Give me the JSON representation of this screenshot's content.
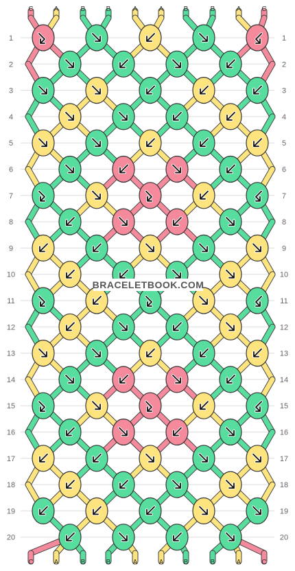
{
  "watermark": "BRACELETBOOK.COM",
  "colors": {
    "A": "#FDE47F",
    "B": "#57DE9E",
    "C": "#F48A9B"
  },
  "top_strands": [
    "C",
    "A",
    "B",
    "B",
    "A",
    "A",
    "B",
    "B",
    "A",
    "C"
  ],
  "bottom_strands": [
    "C",
    "A",
    "B",
    "B",
    "A",
    "A",
    "B",
    "B",
    "A",
    "C"
  ],
  "row_labels": [
    "1",
    "2",
    "3",
    "4",
    "5",
    "6",
    "7",
    "8",
    "9",
    "10",
    "11",
    "12",
    "13",
    "14",
    "15",
    "16",
    "17",
    "18",
    "19",
    "20"
  ],
  "knots": [
    [
      {
        "c": "C",
        "d": "fb"
      },
      {
        "c": "B",
        "d": "b"
      },
      {
        "c": "A",
        "d": "f"
      },
      {
        "c": "B",
        "d": "b"
      },
      {
        "c": "C",
        "d": "bf"
      }
    ],
    [
      {
        "c": "B",
        "d": "b"
      },
      {
        "c": "B",
        "d": "f"
      },
      {
        "c": "B",
        "d": "b"
      },
      {
        "c": "B",
        "d": "f"
      }
    ],
    [
      {
        "c": "B",
        "d": "b"
      },
      {
        "c": "A",
        "d": "b"
      },
      {
        "c": "B",
        "d": "f"
      },
      {
        "c": "A",
        "d": "f"
      },
      {
        "c": "B",
        "d": "f"
      }
    ],
    [
      {
        "c": "A",
        "d": "b"
      },
      {
        "c": "B",
        "d": "b"
      },
      {
        "c": "B",
        "d": "f"
      },
      {
        "c": "A",
        "d": "f"
      }
    ],
    [
      {
        "c": "A",
        "d": "b"
      },
      {
        "c": "B",
        "d": "b"
      },
      {
        "c": "A",
        "d": "f"
      },
      {
        "c": "B",
        "d": "f"
      },
      {
        "c": "A",
        "d": "f"
      }
    ],
    [
      {
        "c": "B",
        "d": "b"
      },
      {
        "c": "C",
        "d": "f"
      },
      {
        "c": "C",
        "d": "b"
      },
      {
        "c": "B",
        "d": "f"
      }
    ],
    [
      {
        "c": "B",
        "d": "fb"
      },
      {
        "c": "A",
        "d": "b"
      },
      {
        "c": "C",
        "d": "fb"
      },
      {
        "c": "A",
        "d": "f"
      },
      {
        "c": "B",
        "d": "bf"
      }
    ],
    [
      {
        "c": "B",
        "d": "f"
      },
      {
        "c": "C",
        "d": "b"
      },
      {
        "c": "C",
        "d": "f"
      },
      {
        "c": "B",
        "d": "b"
      }
    ],
    [
      {
        "c": "A",
        "d": "f"
      },
      {
        "c": "B",
        "d": "f"
      },
      {
        "c": "A",
        "d": "b"
      },
      {
        "c": "B",
        "d": "b"
      },
      {
        "c": "A",
        "d": "b"
      }
    ],
    [
      {
        "c": "A",
        "d": "f"
      },
      {
        "c": "B",
        "d": "f"
      },
      {
        "c": "B",
        "d": "b"
      },
      {
        "c": "A",
        "d": "b"
      }
    ],
    [
      {
        "c": "B",
        "d": "fb"
      },
      {
        "c": "A",
        "d": "f"
      },
      {
        "c": "B",
        "d": "fb"
      },
      {
        "c": "A",
        "d": "b"
      },
      {
        "c": "B",
        "d": "bf"
      }
    ],
    [
      {
        "c": "A",
        "d": "f"
      },
      {
        "c": "B",
        "d": "b"
      },
      {
        "c": "B",
        "d": "f"
      },
      {
        "c": "A",
        "d": "b"
      }
    ],
    [
      {
        "c": "A",
        "d": "b"
      },
      {
        "c": "B",
        "d": "b"
      },
      {
        "c": "A",
        "d": "f"
      },
      {
        "c": "B",
        "d": "f"
      },
      {
        "c": "A",
        "d": "f"
      }
    ],
    [
      {
        "c": "B",
        "d": "b"
      },
      {
        "c": "C",
        "d": "f"
      },
      {
        "c": "C",
        "d": "b"
      },
      {
        "c": "B",
        "d": "f"
      }
    ],
    [
      {
        "c": "B",
        "d": "fb"
      },
      {
        "c": "A",
        "d": "b"
      },
      {
        "c": "C",
        "d": "fb"
      },
      {
        "c": "A",
        "d": "f"
      },
      {
        "c": "B",
        "d": "bf"
      }
    ],
    [
      {
        "c": "B",
        "d": "f"
      },
      {
        "c": "C",
        "d": "b"
      },
      {
        "c": "C",
        "d": "f"
      },
      {
        "c": "B",
        "d": "b"
      }
    ],
    [
      {
        "c": "A",
        "d": "f"
      },
      {
        "c": "B",
        "d": "f"
      },
      {
        "c": "A",
        "d": "b"
      },
      {
        "c": "B",
        "d": "b"
      },
      {
        "c": "A",
        "d": "b"
      }
    ],
    [
      {
        "c": "A",
        "d": "f"
      },
      {
        "c": "B",
        "d": "f"
      },
      {
        "c": "B",
        "d": "b"
      },
      {
        "c": "A",
        "d": "b"
      }
    ],
    [
      {
        "c": "B",
        "d": "f"
      },
      {
        "c": "A",
        "d": "f"
      },
      {
        "c": "B",
        "d": "f"
      },
      {
        "c": "A",
        "d": "b"
      },
      {
        "c": "B",
        "d": "b"
      }
    ],
    [
      {
        "c": "B",
        "d": "f"
      },
      {
        "c": "B",
        "d": "b"
      },
      {
        "c": "B",
        "d": "f"
      },
      {
        "c": "B",
        "d": "b"
      }
    ]
  ]
}
